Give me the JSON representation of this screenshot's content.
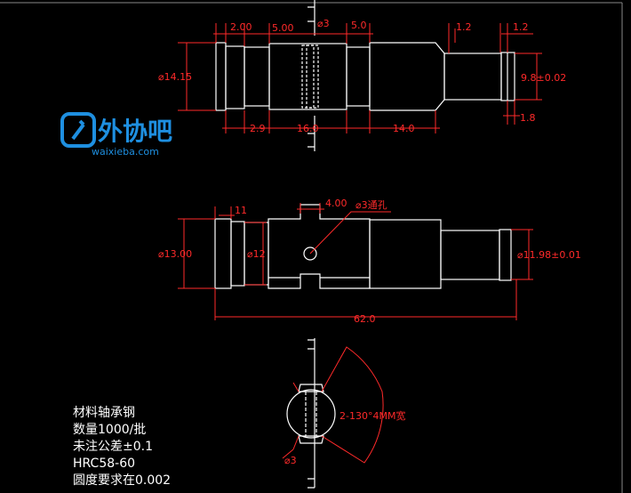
{
  "logo": {
    "name": "外协吧",
    "url": "waixieba.com"
  },
  "top_view": {
    "labels": {
      "d_left": "⌀14.15",
      "d_right": "9.8±0.02",
      "w1": "2.00",
      "w2": "5.00",
      "hole": "⌀3",
      "w3": "5.0",
      "w4": "1.2",
      "w5": "1.2",
      "b1": "2.9",
      "b2": "16.0",
      "b3": "14.0",
      "b4": "1.8"
    }
  },
  "mid_view": {
    "labels": {
      "d_left": "⌀13.00",
      "d_inner": "⌀12",
      "d_right": "⌀11.98±0.01",
      "w_top": "11",
      "slot": "4.00",
      "hole": "⌀3通孔",
      "length": "62.0"
    }
  },
  "section_view": {
    "labels": {
      "angle": "2-130°4MM宽",
      "hole": "⌀3"
    }
  },
  "notes": [
    "材料轴承钢",
    "数量1000/批",
    "未注公差±0.1",
    "HRC58-60",
    "圆度要求在0.002"
  ],
  "colors": {
    "outline": "#ffffff",
    "dimension": "#ff2a2a",
    "logo": "#1e8fe0"
  }
}
